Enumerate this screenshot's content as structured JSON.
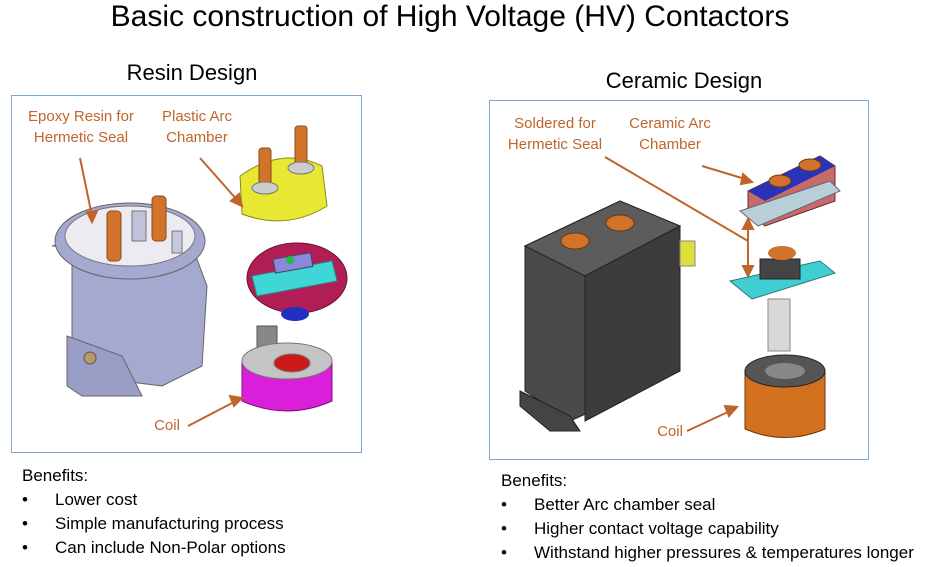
{
  "title": "Basic construction of High Voltage (HV) Contactors",
  "resin": {
    "heading": "Resin Design",
    "labels": {
      "epoxy": [
        "Epoxy Resin for",
        "Hermetic Seal"
      ],
      "arc": [
        "Plastic Arc",
        "Chamber"
      ],
      "coil": "Coil"
    },
    "benefits_heading": "Benefits:",
    "benefits": [
      "Lower cost",
      "Simple manufacturing process",
      "Can include Non-Polar options"
    ]
  },
  "ceramic": {
    "heading": "Ceramic Design",
    "labels": {
      "solder": [
        "Soldered for",
        "Hermetic Seal"
      ],
      "arc": [
        "Ceramic Arc",
        "Chamber"
      ],
      "coil": "Coil"
    },
    "benefits_heading": "Benefits:",
    "benefits": [
      "Better Arc chamber seal",
      "Higher contact voltage capability",
      "Withstand higher pressures & temperatures longer"
    ]
  },
  "colors": {
    "label": "#c0652a",
    "frame": "#7fa7cf"
  }
}
